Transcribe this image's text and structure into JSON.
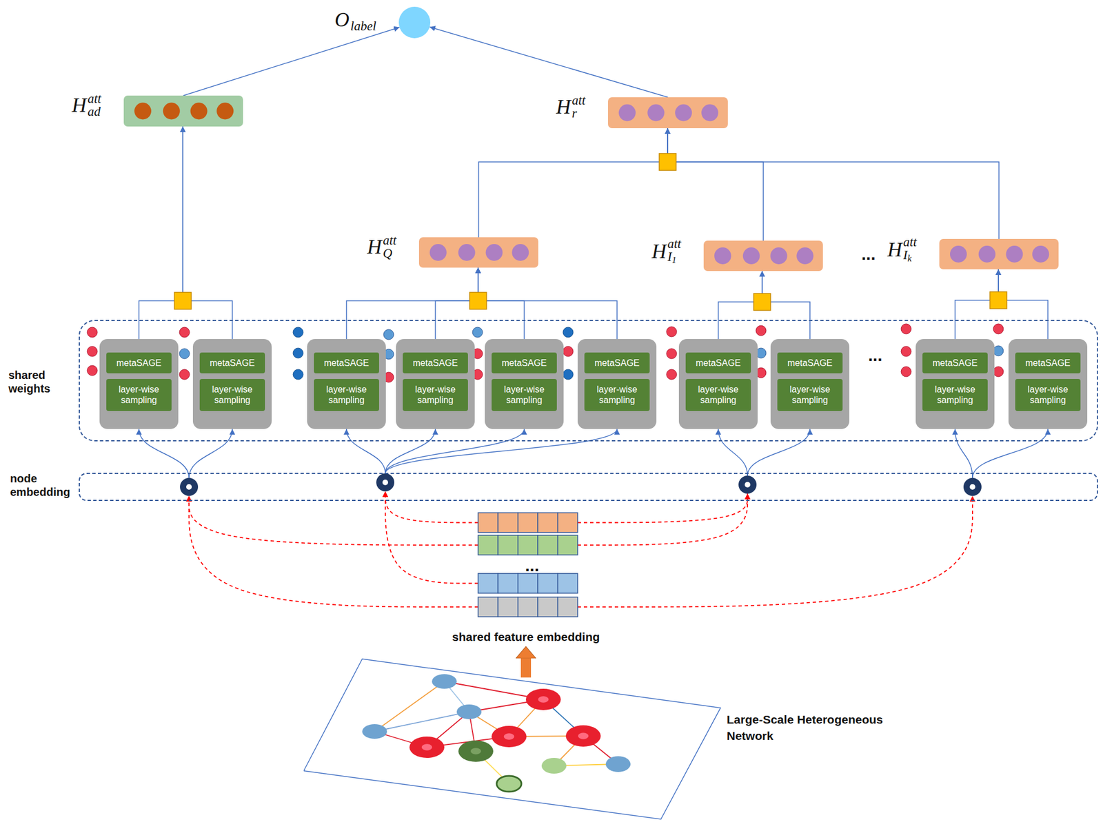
{
  "diagram": {
    "nodes": [
      {
        "text": [
          "O",
          "label"
        ]
      },
      {
        "text": [
          "H",
          "ad",
          "att"
        ]
      },
      {
        "text": [
          "H",
          "r",
          "att"
        ]
      },
      {
        "text": [
          "H",
          "Q",
          "att"
        ]
      },
      {
        "text": [
          "H",
          "I",
          "1",
          "att"
        ]
      },
      {
        "text": [
          "H",
          "I",
          "k",
          "att"
        ]
      },
      {
        "text": [
          "shared weights"
        ]
      },
      {
        "text": [
          "metaSAGE",
          "layer-wise sampling"
        ],
        "in": 6
      },
      {
        "text": [
          "metaSAGE",
          "layer-wise sampling"
        ],
        "in": 6
      },
      {
        "text": [
          "metaSAGE",
          "layer-wise sampling"
        ],
        "in": 6
      },
      {
        "text": [
          "metaSAGE",
          "layer-wise sampling"
        ],
        "in": 6
      },
      {
        "text": [
          "metaSAGE",
          "layer-wise sampling"
        ],
        "in": 6
      },
      {
        "text": [
          "metaSAGE",
          "layer-wise sampling"
        ],
        "in": 6
      },
      {
        "text": [
          "metaSAGE",
          "layer-wise sampling"
        ],
        "in": 6
      },
      {
        "text": [
          "metaSAGE",
          "layer-wise sampling"
        ],
        "in": 6
      },
      {
        "text": [
          "metaSAGE",
          "layer-wise sampling"
        ],
        "in": 6
      },
      {
        "text": [
          "metaSAGE",
          "layer-wise sampling"
        ],
        "in": 6
      },
      {
        "text": [
          "node embedding"
        ]
      },
      {
        "text": [
          "shared feature embedding"
        ]
      },
      {
        "text": [
          "Large-Scale Heterogeneous Network"
        ]
      }
    ],
    "edges": [
      {
        "from": 7,
        "to": 1,
        "arrow": "to"
      },
      {
        "from": 8,
        "to": 1,
        "arrow": "to"
      },
      {
        "from": 9,
        "to": 3,
        "arrow": "to"
      },
      {
        "from": 10,
        "to": 3,
        "arrow": "to"
      },
      {
        "from": 11,
        "to": 3,
        "arrow": "to"
      },
      {
        "from": 12,
        "to": 3,
        "arrow": "to"
      },
      {
        "from": 13,
        "to": 4,
        "arrow": "to"
      },
      {
        "from": 14,
        "to": 4,
        "arrow": "to"
      },
      {
        "from": 15,
        "to": 5,
        "arrow": "to"
      },
      {
        "from": 16,
        "to": 5,
        "arrow": "to"
      },
      {
        "from": 3,
        "to": 2,
        "arrow": "to"
      },
      {
        "from": 4,
        "to": 2,
        "arrow": "to"
      },
      {
        "from": 5,
        "to": 2,
        "arrow": "to"
      },
      {
        "from": 1,
        "to": 0,
        "arrow": "to"
      },
      {
        "from": 2,
        "to": 0,
        "arrow": "to"
      },
      {
        "from": 17,
        "to": 7,
        "arrow": "to"
      },
      {
        "from": 17,
        "to": 8,
        "arrow": "to"
      },
      {
        "from": 17,
        "to": 9,
        "arrow": "to"
      },
      {
        "from": 17,
        "to": 10,
        "arrow": "to"
      },
      {
        "from": 17,
        "to": 11,
        "arrow": "to"
      },
      {
        "from": 17,
        "to": 12,
        "arrow": "to"
      },
      {
        "from": 17,
        "to": 13,
        "arrow": "to"
      },
      {
        "from": 17,
        "to": 14,
        "arrow": "to"
      },
      {
        "from": 17,
        "to": 15,
        "arrow": "to"
      },
      {
        "from": 17,
        "to": 16,
        "arrow": "to"
      },
      {
        "from": 18,
        "to": 17,
        "arrow": "to"
      },
      {
        "from": 18,
        "to": 17,
        "arrow": "to"
      },
      {
        "from": 18,
        "to": 17,
        "arrow": "to"
      },
      {
        "from": 18,
        "to": 17,
        "arrow": "to"
      },
      {
        "from": 18,
        "to": 17,
        "arrow": "to"
      },
      {
        "from": 18,
        "to": 17,
        "arrow": "to"
      },
      {
        "from": 18,
        "to": 17,
        "arrow": "to"
      },
      {
        "from": 19,
        "to": 18,
        "arrow": "to"
      }
    ],
    "labels": [
      "...",
      "...",
      "..."
    ]
  }
}
